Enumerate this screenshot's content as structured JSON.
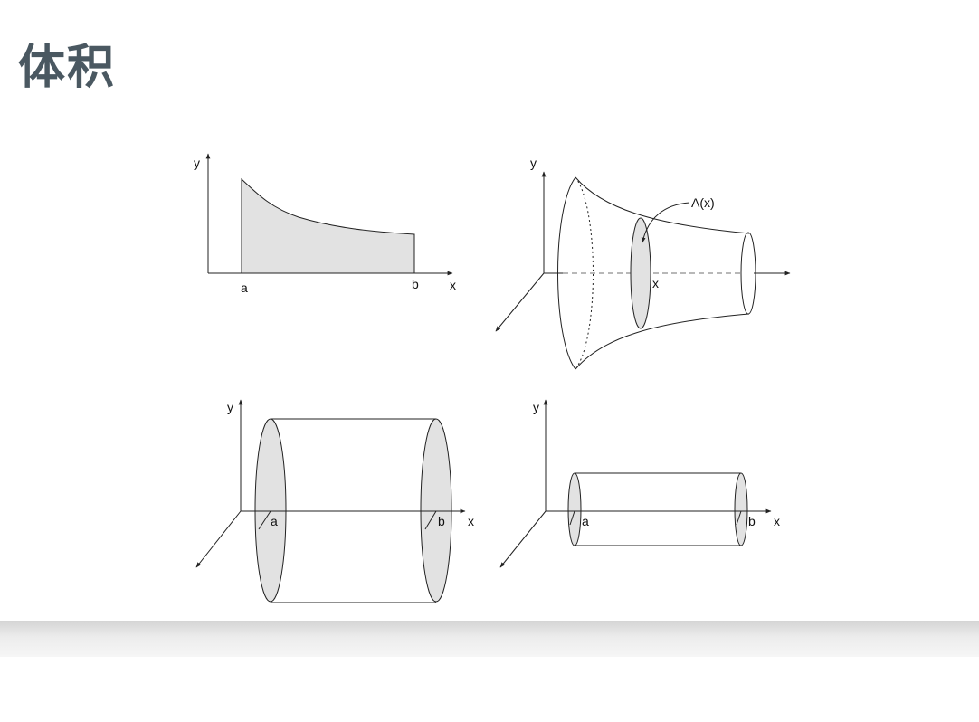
{
  "title": "体积",
  "panels": {
    "area_under_curve": {
      "y_label": "y",
      "x_label": "x",
      "a_label": "a",
      "b_label": "b"
    },
    "solid_of_revolution": {
      "y_label": "y",
      "x_label": "x",
      "section_label": "A(x)"
    },
    "large_cylinder": {
      "y_label": "y",
      "x_label": "x",
      "a_label": "a",
      "b_label": "b"
    },
    "small_cylinder": {
      "y_label": "y",
      "x_label": "x",
      "a_label": "a",
      "b_label": "b"
    }
  },
  "colors": {
    "title": "#4a5861",
    "fill_gray": "#e2e2e2",
    "line": "#222222"
  }
}
